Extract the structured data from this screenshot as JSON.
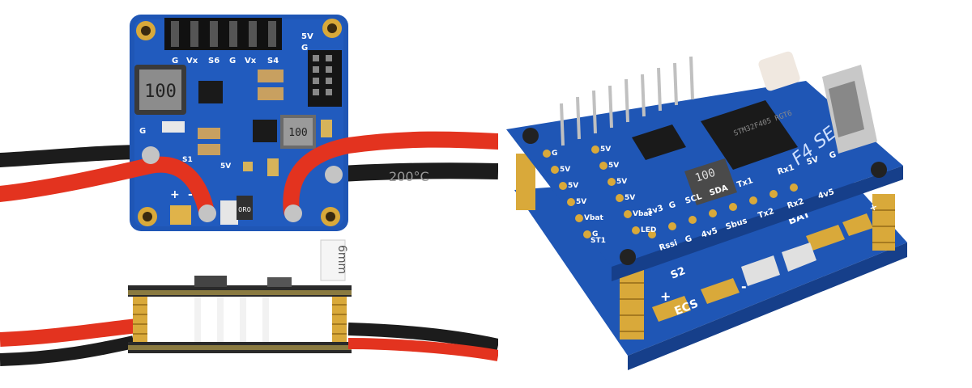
{
  "colors": {
    "pcb_blue": "#1f56b5",
    "pcb_blue_dark": "#163f8a",
    "gold": "#d9a93a",
    "wire_red": "#e3331f",
    "wire_black": "#1c1c1c",
    "background": "#ffffff"
  },
  "top_board": {
    "inductor_marking": "100",
    "pin_labels": [
      "G",
      "Vx",
      "S6",
      "G",
      "Vx",
      "S4"
    ],
    "header_label_5v": "5V",
    "header_label_g": "G",
    "pad_label_g": "G",
    "pad_label_s1": "S1",
    "pad_label_5v": "5V",
    "pad_label_plus": "+",
    "pad_label_minus": "-",
    "small_inductor_marking": "100",
    "chip_marking": "0R0",
    "wire_marking": "200°C"
  },
  "side_view": {
    "height_label": "6mm"
  },
  "stack": {
    "inductor_marking": "100",
    "mcu_marking": "STM32F405 RGT6",
    "brand_text": "F4 SE",
    "pad_labels_left": [
      "G",
      "5V",
      "5V",
      "5V",
      "Vbat",
      "G"
    ],
    "pad_labels_mid": [
      "5V",
      "5V",
      "5V",
      "5V",
      "Vbat",
      "LED"
    ],
    "pad_labels_row1": [
      "3v3",
      "G",
      "SCL",
      "SDA",
      "Tx1",
      "Rx1",
      "5V",
      "G"
    ],
    "pad_labels_row2": [
      "Rssi",
      "G",
      "4v5",
      "Sbus",
      "Tx2",
      "Rx2",
      "4v5"
    ],
    "pad_label_st1": "ST1",
    "bottom_labels": [
      "S2",
      "ECS",
      "+",
      "BAT"
    ],
    "bottom_plus": "+",
    "bottom_minus": "-"
  }
}
